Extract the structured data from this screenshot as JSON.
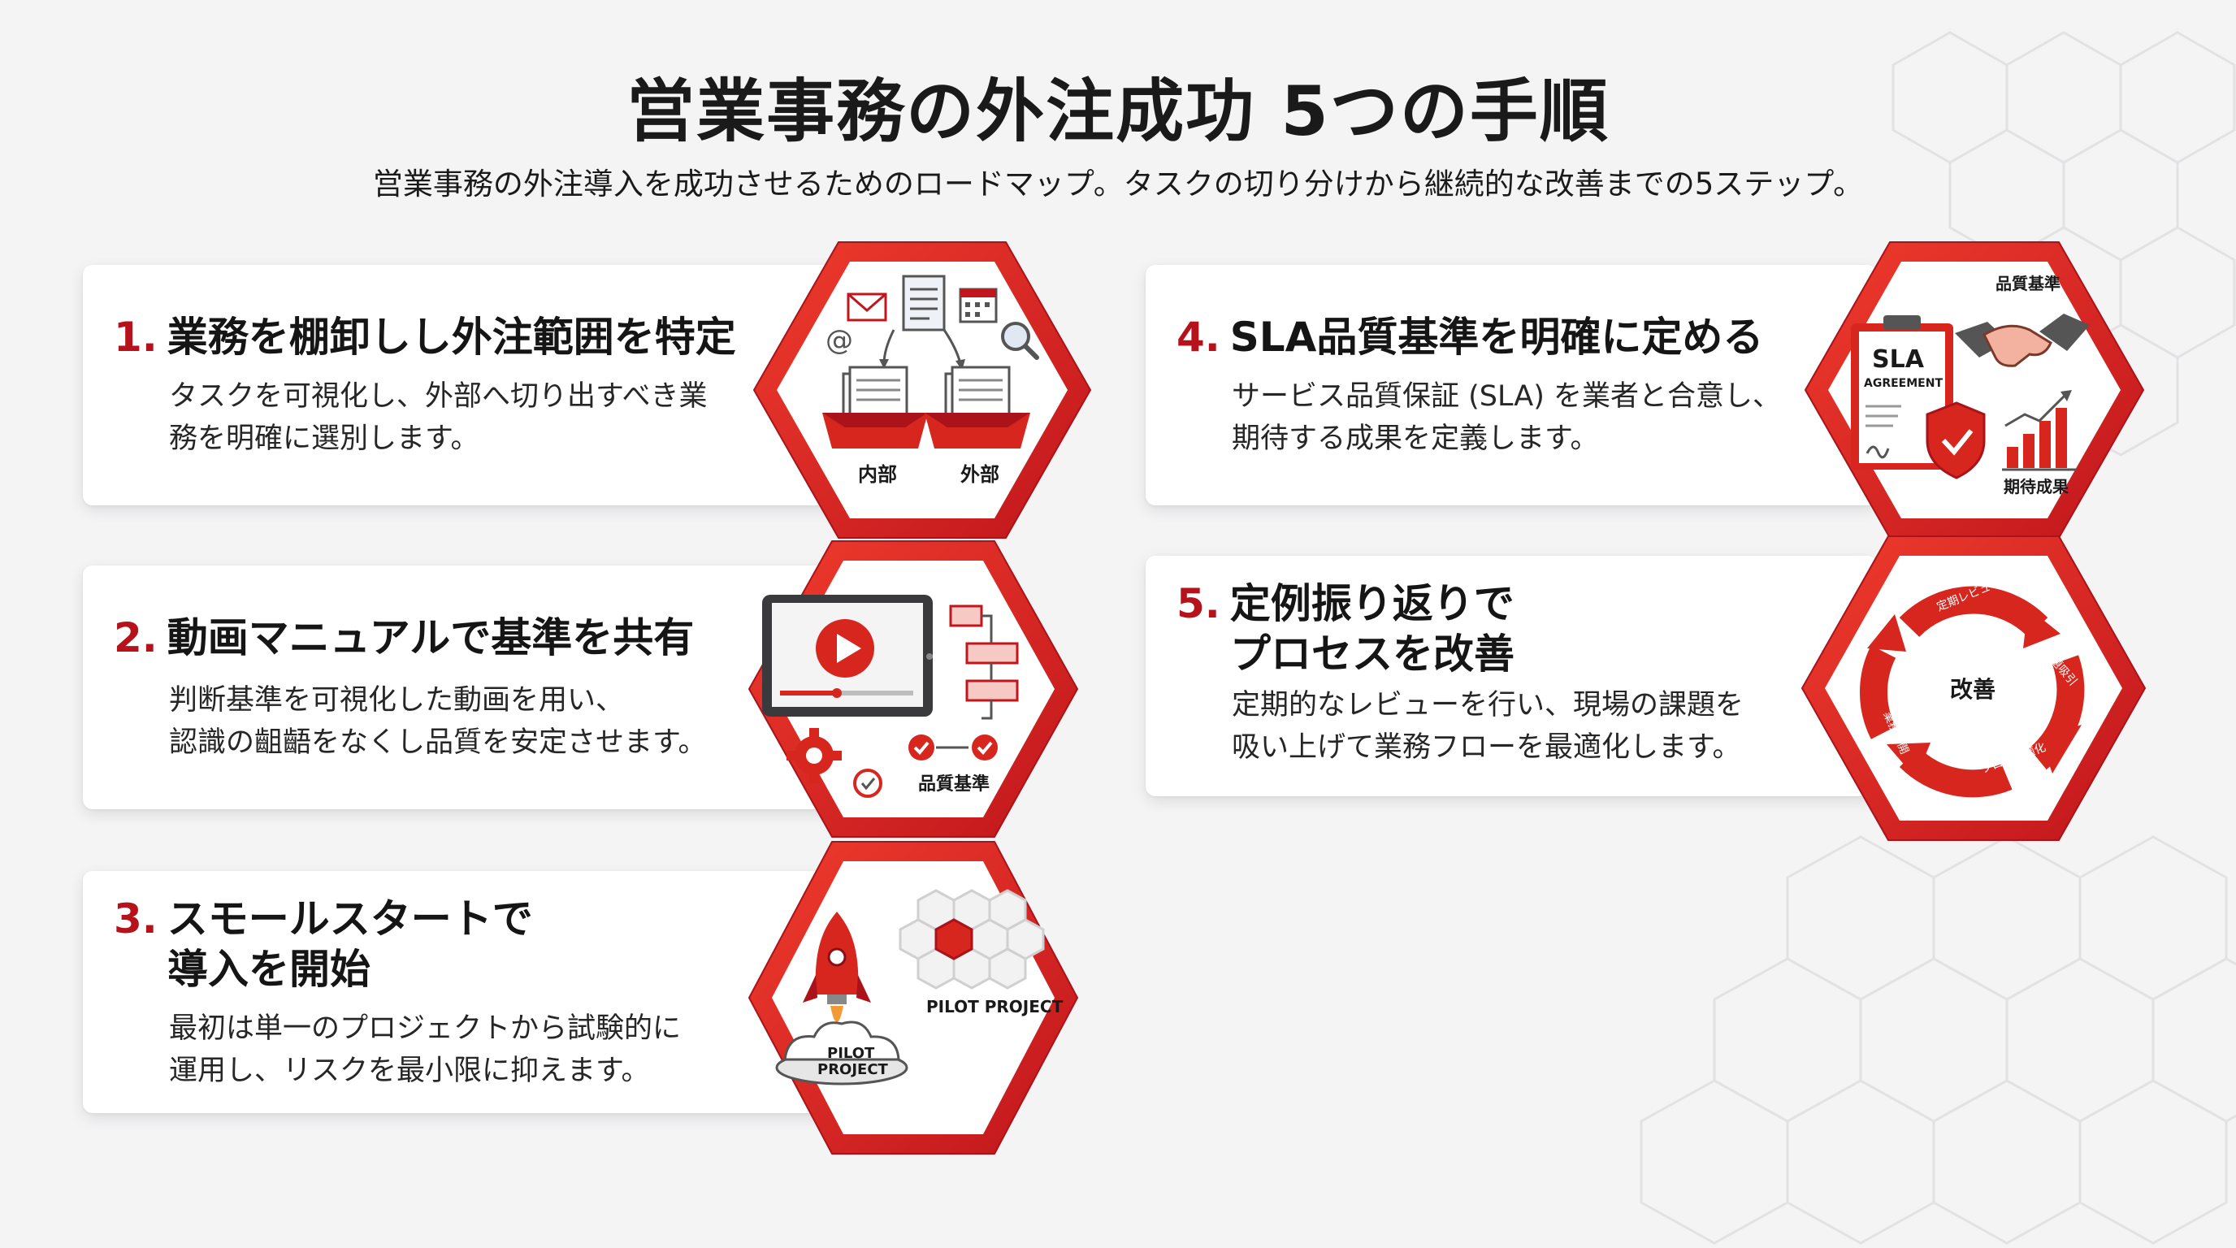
{
  "header": {
    "title": "営業事務の外注成功 5つの手順",
    "subtitle": "営業事務の外注導入を成功させるためのロードマップ。タスクの切り分けから継続的な改善までの5ステップ。"
  },
  "steps": [
    {
      "number": "1.",
      "title": "業務を棚卸しし外注範囲を特定",
      "desc": [
        "タスクを可視化し、外部へ切り出すべき業",
        "務を明確に選別します。"
      ],
      "labels": {
        "internal": "内部",
        "external": "外部"
      }
    },
    {
      "number": "2.",
      "title": "動画マニュアルで基準を共有",
      "desc": [
        "判断基準を可視化した動画を用い、",
        "認識の齟齬をなくし品質を安定させます。"
      ],
      "labels": {
        "quality": "品質基準"
      }
    },
    {
      "number": "3.",
      "title": [
        "スモールスタートで",
        "導入を開始"
      ],
      "desc": [
        "最初は単一のプロジェクトから試験的に",
        "運用し、リスクを最小限に抑えます。"
      ],
      "labels": {
        "pilot_hex": "PILOT PROJECT",
        "pilot_base_1": "PILOT",
        "pilot_base_2": "PROJECT"
      }
    },
    {
      "number": "4.",
      "title": "SLA品質基準を明確に定める",
      "desc": [
        "サービス品質保証 (SLA) を業者と合意し、",
        "期待する成果を定義します。"
      ],
      "labels": {
        "quality": "品質基準",
        "sla": "SLA",
        "agreement": "AGREEMENT",
        "result": "期待成果"
      }
    },
    {
      "number": "5.",
      "title": [
        "定例振り返りで",
        "プロセスを改善"
      ],
      "desc": [
        "定期的なレビューを行い、現場の課題を",
        "吸い上げて業務フローを最適化します。"
      ],
      "labels": {
        "center": "改善",
        "arrow1": "定期レビュー",
        "arrow2": "課題吸引",
        "arrow3": "フロー最適化",
        "arrow4": "業務再開"
      }
    }
  ],
  "colors": {
    "accent": "#d7261e",
    "accent_dark": "#b5121b",
    "card": "#ffffff",
    "background": "#f4f4f5"
  }
}
